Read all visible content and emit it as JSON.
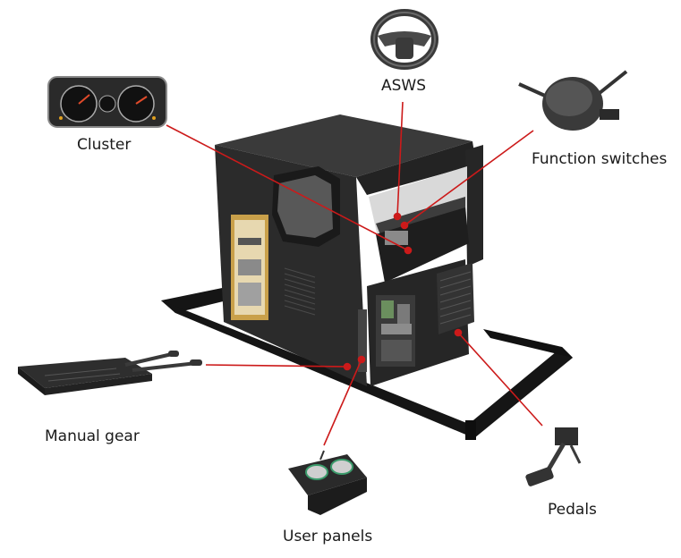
{
  "diagram": {
    "labels": {
      "asws": "ASWS",
      "cluster": "Cluster",
      "function_switches": "Function switches",
      "manual_gear": "Manual gear",
      "user_panels": "User panels",
      "pedals": "Pedals"
    },
    "colors": {
      "leader_line": "#cc1a1a",
      "cabin_body": "#2b2b2b",
      "cabin_dark": "#1c1c1c",
      "frame": "#151515",
      "panel_tan": "#c9a04a",
      "component_gray": "#5a5a5a"
    },
    "icons": [
      "steering-wheel-icon",
      "instrument-cluster-icon",
      "function-switch-icon",
      "manual-gear-icon",
      "user-panel-icon",
      "pedal-icon"
    ]
  }
}
